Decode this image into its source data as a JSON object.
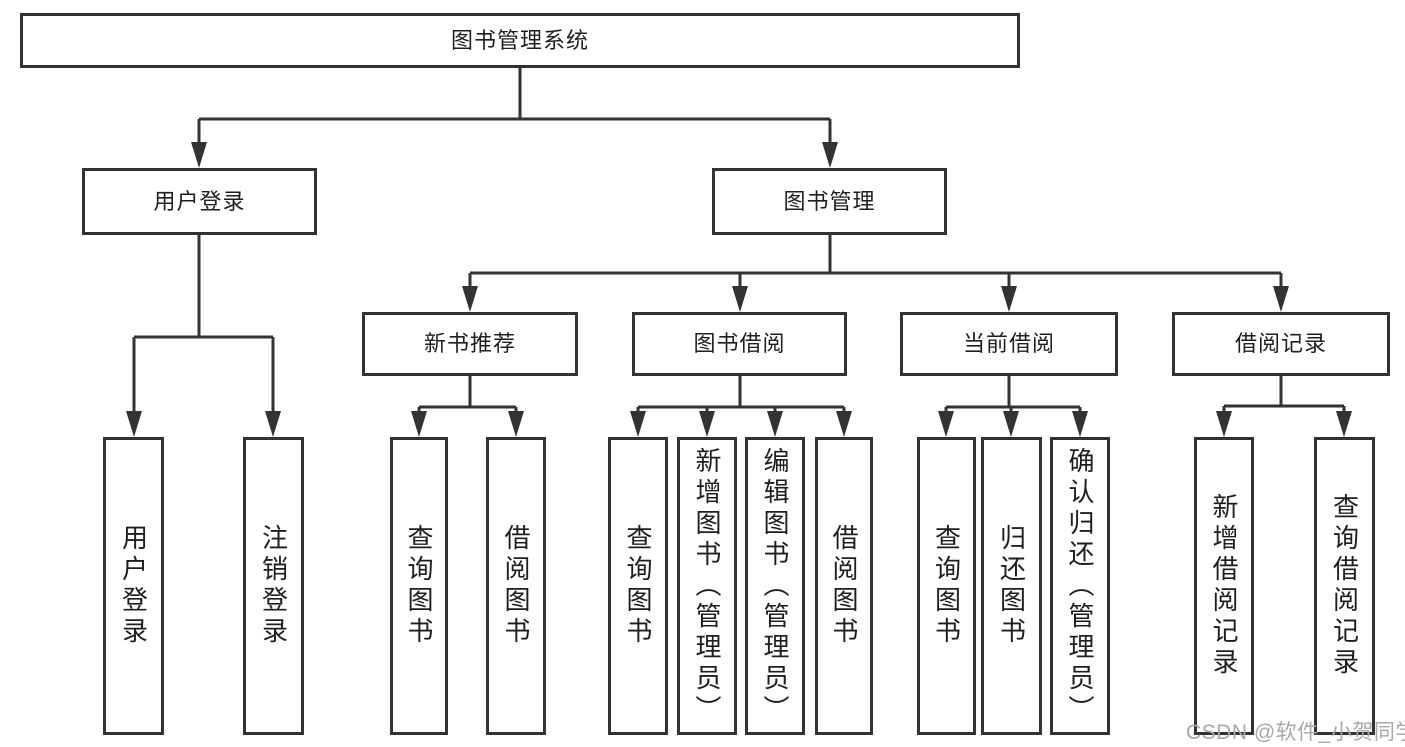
{
  "diagram": {
    "root": {
      "label": "图书管理系统"
    },
    "level1": [
      {
        "label": "用户登录",
        "children": [
          {
            "label": "用户登录"
          },
          {
            "label": "注销登录"
          }
        ]
      },
      {
        "label": "图书管理",
        "children": [
          {
            "label": "新书推荐",
            "children": [
              {
                "label": "查询图书"
              },
              {
                "label": "借阅图书"
              }
            ]
          },
          {
            "label": "图书借阅",
            "children": [
              {
                "label": "查询图书"
              },
              {
                "label": "新增图书（管理员）"
              },
              {
                "label": "编辑图书（管理员）"
              },
              {
                "label": "借阅图书"
              }
            ]
          },
          {
            "label": "当前借阅",
            "children": [
              {
                "label": "查询图书"
              },
              {
                "label": "归还图书"
              },
              {
                "label": "确认归还（管理员）"
              }
            ]
          },
          {
            "label": "借阅记录",
            "children": [
              {
                "label": "新增借阅记录"
              },
              {
                "label": "查询借阅记录"
              }
            ]
          }
        ]
      }
    ]
  },
  "watermark": {
    "text": "CSDN @软件_小贺同学"
  },
  "colors": {
    "line": "#333333",
    "box_border": "#333333",
    "text": "#1f1f1f",
    "watermark": "#a8a8ad",
    "background": "#ffffff"
  }
}
